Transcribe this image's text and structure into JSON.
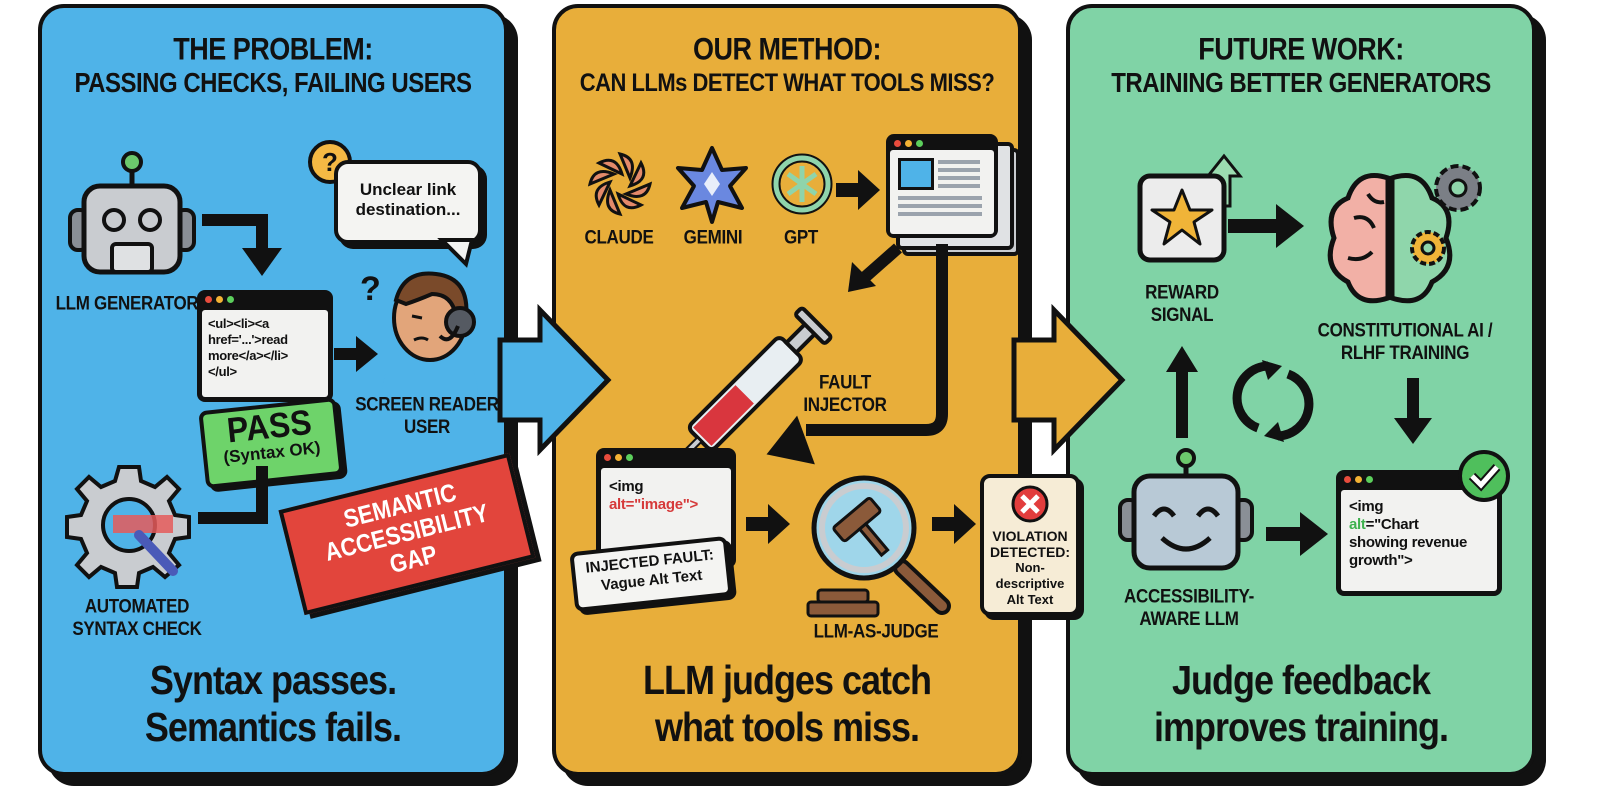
{
  "panels": [
    {
      "id": "problem",
      "color": "#4fb3e8",
      "title": "THE PROBLEM:",
      "subtitle": "PASSING CHECKS, FAILING USERS",
      "labels": {
        "llm_generator": "LLM GENERATOR",
        "screen_reader": "SCREEN READER USER",
        "syntax_check": "AUTOMATED SYNTAX CHECK"
      },
      "code_lines": [
        "<ul><li><a",
        "href='...'>read",
        "more</a></li>",
        "</ul>"
      ],
      "speech_bubble": "Unclear link destination...",
      "pass_badge": {
        "title": "PASS",
        "subtitle": "(Syntax OK)"
      },
      "gap_banner": [
        "SEMANTIC",
        "ACCESSIBILITY",
        "GAP"
      ],
      "footer": [
        "Syntax passes.",
        "Semantics fails."
      ]
    },
    {
      "id": "method",
      "color": "#e8ae3a",
      "title": "OUR METHOD:",
      "subtitle": "CAN LLMs DETECT WHAT TOOLS MISS?",
      "models": [
        "CLAUDE",
        "GEMINI",
        "GPT"
      ],
      "labels": {
        "fault_injector": "FAULT INJECTOR",
        "judge": "LLM-AS-JUDGE"
      },
      "code": {
        "line1": "<img",
        "attr": "alt=",
        "value": "\"image\">"
      },
      "injected_fault": [
        "INJECTED FAULT:",
        "Vague Alt Text"
      ],
      "violation": [
        "VIOLATION",
        "DETECTED:",
        "Non-descriptive",
        "Alt Text"
      ],
      "footer": [
        "LLM judges catch",
        "what tools miss."
      ]
    },
    {
      "id": "future",
      "color": "#80d3a6",
      "title": "FUTURE WORK:",
      "subtitle": "TRAINING BETTER GENERATORS",
      "labels": {
        "reward": "REWARD SIGNAL",
        "training": "CONSTITUTIONAL AI / RLHF TRAINING",
        "aware_llm": "ACCESSIBILITY-AWARE LLM"
      },
      "code": {
        "line1": "<img",
        "attr": "alt",
        "rest": "=\"Chart",
        "line3": "showing revenue",
        "line4": "growth\">"
      },
      "footer": [
        "Judge feedback",
        "improves training."
      ]
    }
  ]
}
